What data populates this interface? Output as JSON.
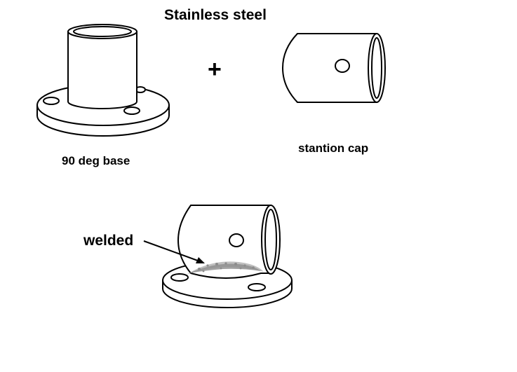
{
  "title": "Stainless steel",
  "operator": "+",
  "parts": {
    "base": {
      "label": "90 deg base"
    },
    "cap": {
      "label": "stantion cap"
    },
    "assembly": {
      "label": "welded"
    }
  },
  "colors": {
    "ink": "#000000",
    "paper": "#ffffff",
    "weld": "#8c8c8c"
  }
}
